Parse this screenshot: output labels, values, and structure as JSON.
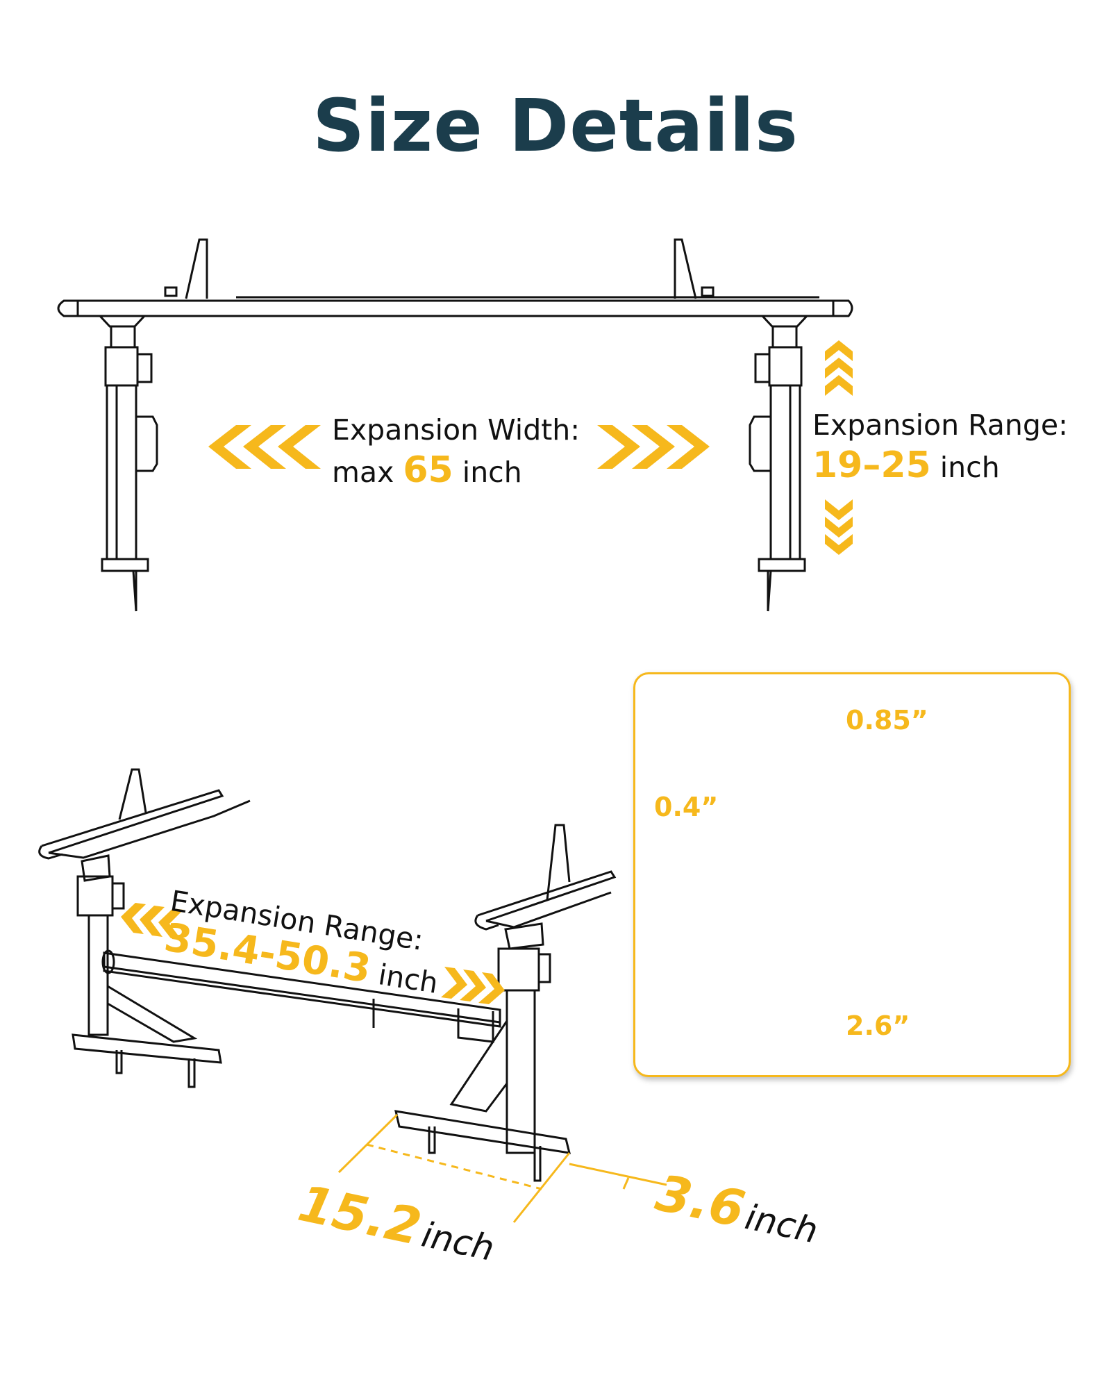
{
  "title": "Size Details",
  "width_label": {
    "line1": "Expansion Width:",
    "prefix": "max",
    "value": "65",
    "unit": "inch"
  },
  "height_label": {
    "line1": "Expansion Range:",
    "value": "19–25",
    "unit": "inch"
  },
  "iso_range_label": {
    "line1": "Expansion Range:",
    "value": "35.4-50.3",
    "unit": "inch"
  },
  "base_length": {
    "value": "15.2",
    "unit": "inch"
  },
  "base_width": {
    "value": "3.6",
    "unit": "inch"
  },
  "profile": {
    "top_dim": "0.85”",
    "left_dim": "0.4”",
    "bottom_dim": "2.6”"
  },
  "colors": {
    "accent": "#f6b81c",
    "title": "#1b3d4c",
    "line": "#111111"
  }
}
